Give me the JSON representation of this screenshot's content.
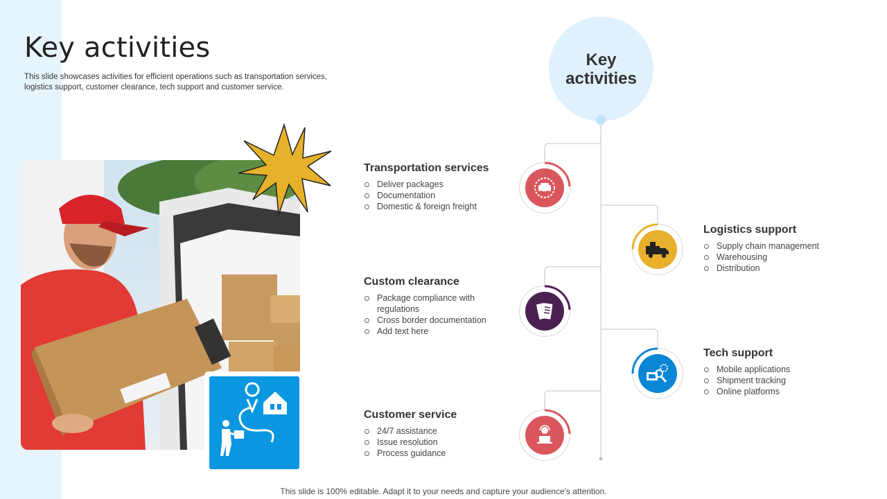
{
  "slide": {
    "title": "Key activities",
    "subtitle": "This slide showcases activities for efficient operations such as transportation services, logistics support, customer clearance, tech support and customer service.",
    "hub": "Key activities",
    "footer": "This slide is 100% editable. Adapt it to your needs and capture your audience's attention."
  },
  "activities": [
    {
      "title": "Transportation services",
      "items": [
        "Deliver packages",
        "Documentation",
        "Domestic & foreign freight"
      ],
      "color": "#d9575c",
      "icon": "delivery-truck-icon"
    },
    {
      "title": "Logistics support",
      "items": [
        "Supply chain management",
        "Warehousing",
        "Distribution"
      ],
      "color": "#e8b02c",
      "icon": "freight-truck-icon"
    },
    {
      "title": "Custom clearance",
      "items": [
        "Package compliance with regulations",
        "Cross border documentation",
        "Add text here"
      ],
      "color": "#4b2152",
      "icon": "documents-icon"
    },
    {
      "title": "Tech support",
      "items": [
        "Mobile applications",
        "Shipment tracking",
        "Online platforms"
      ],
      "color": "#0a86d6",
      "icon": "tech-support-icon"
    },
    {
      "title": "Customer service",
      "items": [
        "24/7 assistance",
        "Issue resolution",
        "Process guidance"
      ],
      "color": "#d9575c",
      "icon": "support-agent-icon"
    }
  ],
  "icons": {
    "photo": "delivery-man-photo",
    "starburst": "starburst-icon",
    "route": "route-delivery-icon"
  }
}
